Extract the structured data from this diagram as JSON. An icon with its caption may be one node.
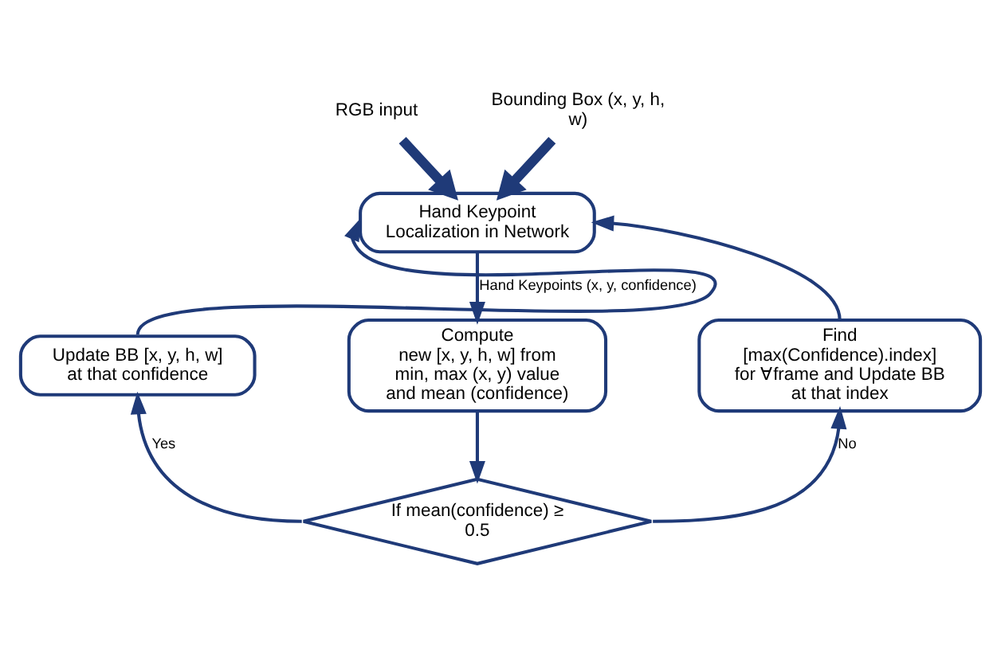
{
  "diagram": {
    "nodes": [
      {
        "text": [
          "RGB input"
        ]
      },
      {
        "text": [
          "Bounding Box (x, y, h, w)"
        ]
      },
      {
        "text": [
          "Hand Keypoint Localization in Network"
        ]
      },
      {
        "text": [
          "Compute",
          "new [x, y, h, w] from min, max (x, y) value and mean (confidence)"
        ]
      },
      {
        "text": [
          "Update BB [x, y, h, w] at that confidence"
        ]
      },
      {
        "text": [
          "Find [max(Confidence).index] for ∀frame and Update BB at that index"
        ]
      },
      {
        "text": [
          "If mean(confidence) ≥ 0.5"
        ]
      }
    ],
    "edges": [
      {
        "from": 0,
        "to": 2,
        "arrow": "to",
        "style": "thick"
      },
      {
        "from": 1,
        "to": 2,
        "arrow": "to",
        "style": "thick"
      },
      {
        "from": 2,
        "to": 3,
        "arrow": "to",
        "label": "Hand Keypoints (x, y, confidence)"
      },
      {
        "from": 3,
        "to": 6,
        "arrow": "to"
      },
      {
        "from": 6,
        "to": 4,
        "arrow": "to",
        "label": "Yes"
      },
      {
        "from": 6,
        "to": 5,
        "arrow": "to",
        "label": "No"
      },
      {
        "from": 4,
        "to": 2,
        "arrow": "to"
      },
      {
        "from": 5,
        "to": 2,
        "arrow": "to"
      }
    ]
  }
}
